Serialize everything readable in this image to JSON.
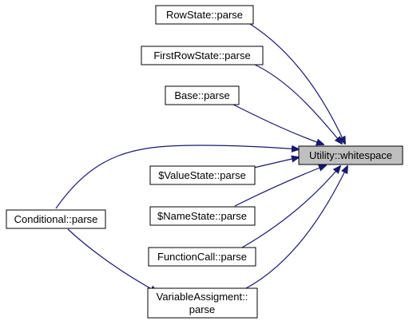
{
  "diagram": {
    "title": "",
    "colors": {
      "edge": "#191970",
      "target_fill": "#bfbfbf",
      "node_fill": "#ffffff",
      "node_border": "#000000"
    },
    "target": {
      "label": "Utility::whitespace"
    },
    "callers": {
      "rowstate_parse": {
        "label": "RowState::parse"
      },
      "firstrowstate_parse": {
        "label": "FirstRowState::parse"
      },
      "base_parse": {
        "label": "Base::parse"
      },
      "valuestate_parse": {
        "label": "$ValueState::parse"
      },
      "namestate_parse": {
        "label": "$NameState::parse"
      },
      "functioncall_parse": {
        "label": "FunctionCall::parse"
      },
      "variableassigment_parse": {
        "label_line1": "VariableAssigment::",
        "label_line2": "parse"
      },
      "conditional_parse": {
        "label": "Conditional::parse"
      }
    },
    "edges": [
      {
        "from": "rowstate_parse",
        "to": "target"
      },
      {
        "from": "firstrowstate_parse",
        "to": "target"
      },
      {
        "from": "base_parse",
        "to": "target"
      },
      {
        "from": "valuestate_parse",
        "to": "target"
      },
      {
        "from": "namestate_parse",
        "to": "target"
      },
      {
        "from": "functioncall_parse",
        "to": "target"
      },
      {
        "from": "variableassigment_parse",
        "to": "target"
      },
      {
        "from": "conditional_parse",
        "to": "target"
      },
      {
        "from": "conditional_parse",
        "to": "variableassigment_parse"
      }
    ]
  }
}
